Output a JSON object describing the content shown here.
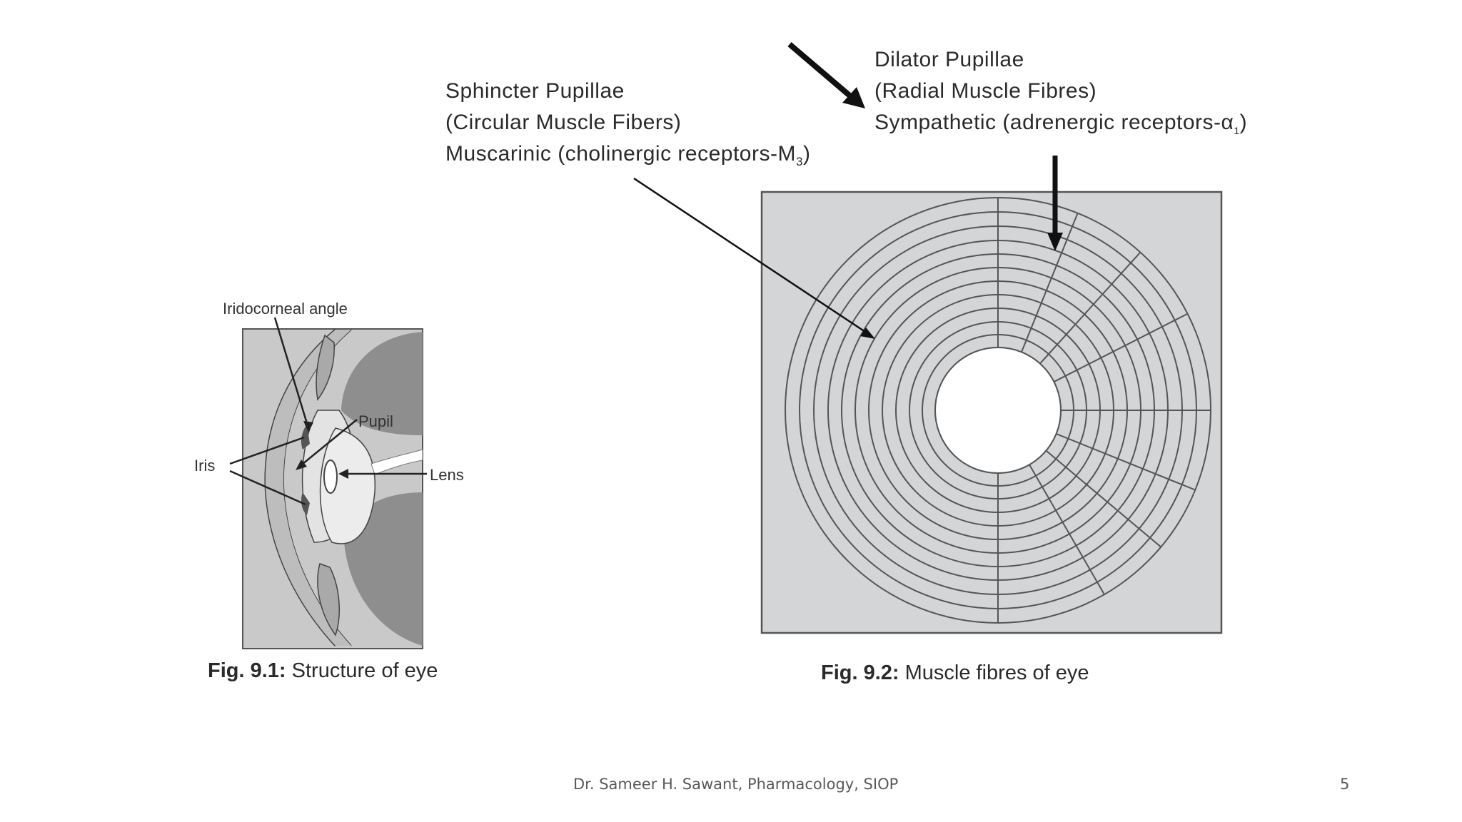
{
  "fig1": {
    "labels": {
      "iridocorneal_angle": "Iridocorneal angle",
      "pupil": "Pupil",
      "iris": "Iris",
      "lens": "Lens"
    },
    "caption_bold": "Fig. 9.1:",
    "caption_text": " Structure of eye"
  },
  "fig2": {
    "sphincter": {
      "line1": "Sphincter Pupillae",
      "line2": "(Circular Muscle Fibers)",
      "line3_prefix": "Muscarinic (cholinergic receptors-M",
      "line3_sub": "3",
      "line3_suffix": ")"
    },
    "dilator": {
      "line1": "Dilator Pupillae",
      "line2": "(Radial Muscle Fibres)",
      "line3_prefix": "Sympathetic (adrenergic receptors-α",
      "line3_sub": "1",
      "line3_suffix": ")"
    },
    "caption_bold": "Fig. 9.2:",
    "caption_text": " Muscle fibres of eye"
  },
  "footer": {
    "credit": "Dr. Sameer H. Sawant, Pharmacology, SIOP",
    "page_number": "5"
  }
}
